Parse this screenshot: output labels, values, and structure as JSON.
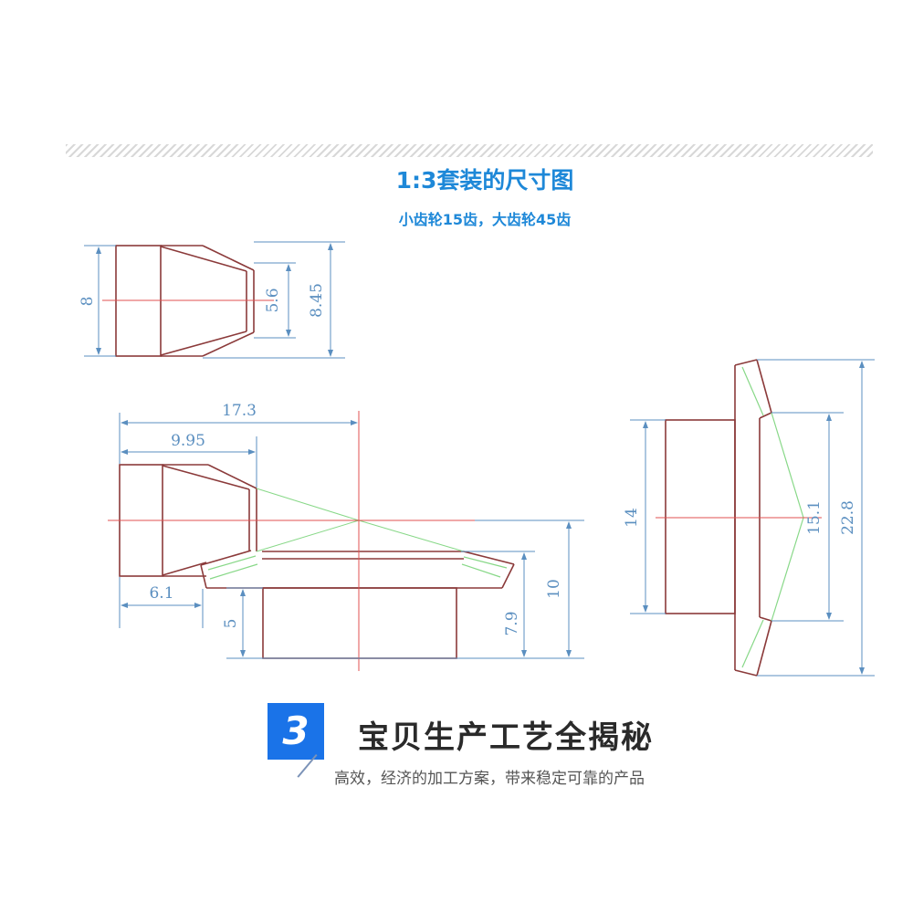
{
  "header": {
    "title": "1:3套装的尺寸图",
    "subtitle": "小齿轮15齿，大齿轮45齿"
  },
  "dimensions": {
    "small_gear_top": {
      "height": "8",
      "inner": "5.6",
      "outer": "8.45"
    },
    "assembly": {
      "total_width": "17.3",
      "mid_width": "9.95",
      "hub_width": "6.1",
      "hub_height": "5",
      "inner_height": "7.9",
      "total_height": "10"
    },
    "large_gear_side": {
      "hub_height": "14",
      "inner": "15.1",
      "outer": "22.8"
    }
  },
  "section": {
    "number": "3",
    "title": "宝贝生产工艺全揭秘",
    "subtitle": "高效，经济的加工方案，带来稳定可靠的产品"
  },
  "colors": {
    "title_blue": "#1e88d8",
    "outline": "#8b3a3a",
    "dimension_line": "#5b8fc0",
    "pitch_line": "#88d888",
    "center_line": "#e05050",
    "badge": "#1a73e8"
  }
}
